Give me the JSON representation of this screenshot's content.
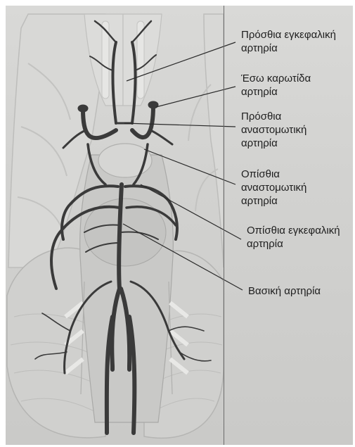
{
  "labels": [
    {
      "id": "anterior-cerebral-artery",
      "lines": [
        "Πρόσθια εγκεφαλική",
        "αρτηρία"
      ]
    },
    {
      "id": "internal-carotid-artery",
      "lines": [
        "Έσω καρωτίδα",
        "αρτηρία"
      ]
    },
    {
      "id": "anterior-communicating-artery",
      "lines": [
        "Πρόσθια",
        "αναστομωτική",
        "αρτηρία"
      ]
    },
    {
      "id": "posterior-communicating-artery",
      "lines": [
        "Οπίσθια",
        "αναστομωτική",
        "αρτηρία"
      ]
    },
    {
      "id": "posterior-cerebral-artery",
      "lines": [
        "Οπίσθια εγκεφαλική",
        "αρτηρία"
      ]
    },
    {
      "id": "basilar-artery",
      "lines": [
        "Βασική αρτηρία"
      ]
    }
  ],
  "colors": {
    "artery": "#3a3a3a",
    "brain": "#d4d4d2",
    "brain_shadow": "#b9b9b7",
    "leader": "#2a2a2a"
  }
}
